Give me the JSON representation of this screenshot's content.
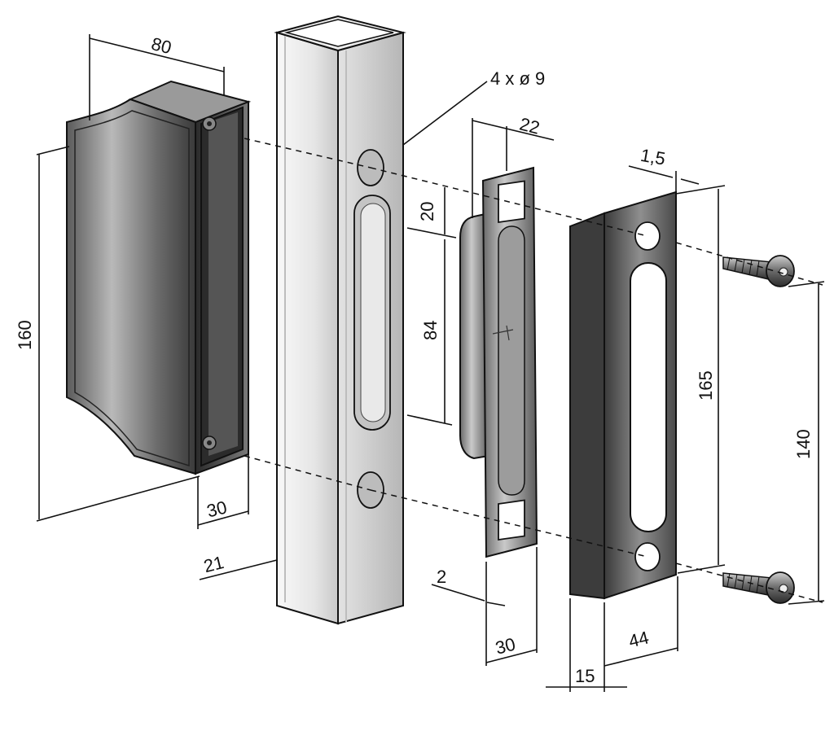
{
  "dimensions": {
    "handle_width": "80",
    "handle_height": "160",
    "handle_depth": "30",
    "post_wall": "21",
    "holes": "4 x ø 9",
    "keeper_depth": "22",
    "keeper_top_offset": "20",
    "keeper_slot_length": "84",
    "keeper_thickness": "2",
    "keeper_width": "30",
    "plate_thickness": "1,5",
    "plate_height": "165",
    "screw_spacing": "140",
    "plate_flange": "15",
    "plate_width": "44"
  },
  "colors": {
    "metal_dark": "#2e2e2e",
    "metal_mid": "#8a8a8a",
    "metal_light": "#d8d8d8",
    "post_light": "#f2f2f2",
    "line": "#111111"
  }
}
